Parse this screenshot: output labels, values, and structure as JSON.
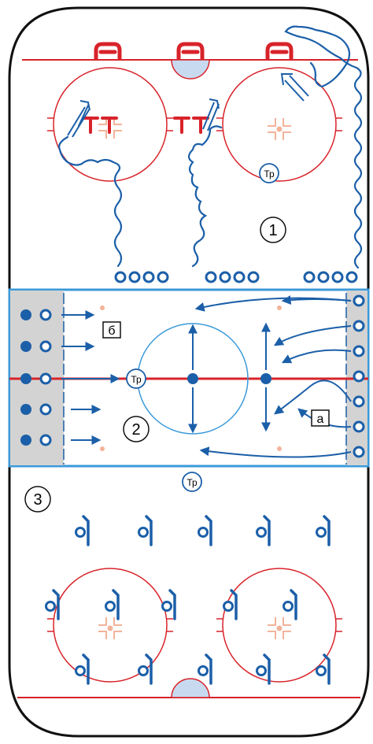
{
  "zones": [
    {
      "number": "1"
    },
    {
      "number": "2"
    },
    {
      "number": "3"
    }
  ],
  "coach_label": "Тр",
  "zone2_labels": {
    "a": "а",
    "b": "б"
  },
  "colors": {
    "ice_line": "#d8232a",
    "blue": "#1b5fa8",
    "blue_line": "#3b9ad9",
    "crease": "#c8daf0",
    "bench": "#d3d3d3",
    "dot": "#f2b39a"
  },
  "icons": {
    "player": "player-circle-icon",
    "player_with_stick": "player-stick-icon",
    "cone": "cone-icon",
    "goal": "goal-net-icon"
  }
}
